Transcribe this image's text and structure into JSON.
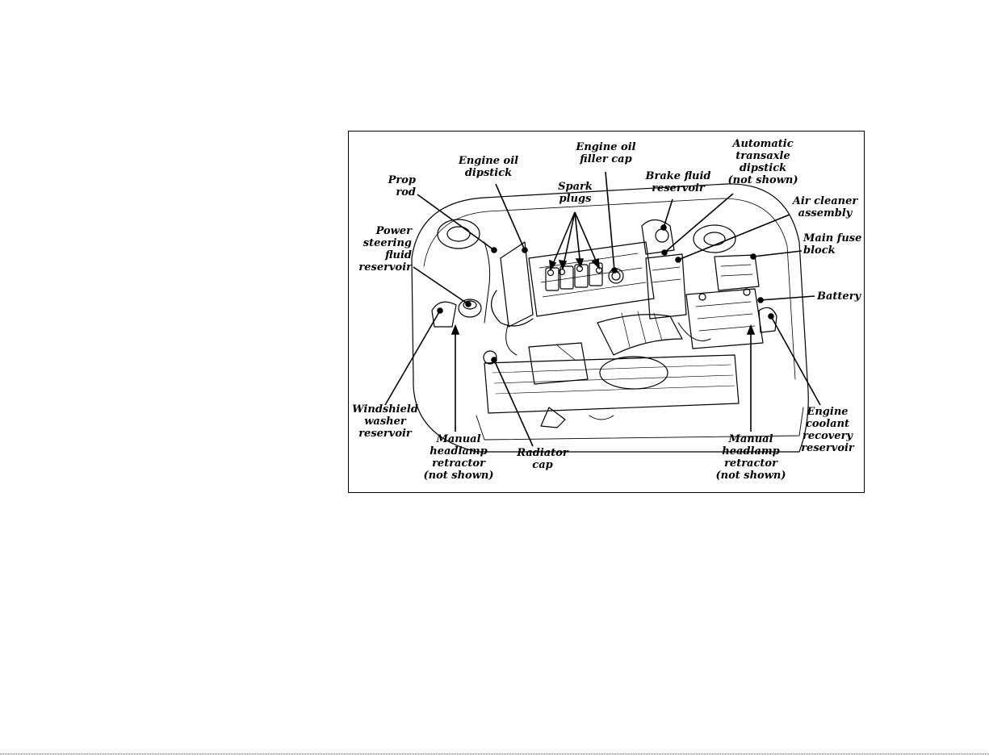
{
  "diagram": {
    "labels": {
      "prop_rod": "Prop\nrod",
      "engine_oil_dipstick": "Engine oil\ndipstick",
      "engine_oil_filler_cap": "Engine oil\nfiller cap",
      "spark_plugs": "Spark\nplugs",
      "brake_fluid_reservoir": "Brake fluid\nreservoir",
      "automatic_transaxle_dipstick": "Automatic\ntransaxle\ndipstick\n(not shown)",
      "air_cleaner_assembly": "Air cleaner\nassembly",
      "main_fuse_block": "Main fuse\nblock",
      "power_steering_fluid_reservoir": "Power\nsteering\nfluid\nreservoir",
      "battery": "Battery",
      "windshield_washer_reservoir": "Windshield\nwasher\nreservoir",
      "manual_headlamp_retractor_left": "Manual\nheadlamp\nretractor\n(not shown)",
      "radiator_cap": "Radiator\ncap",
      "manual_headlamp_retractor_right": "Manual\nheadlamp\nretractor\n(not shown)",
      "engine_coolant_recovery_reservoir": "Engine\ncoolant\nrecovery\nreservoir"
    }
  }
}
